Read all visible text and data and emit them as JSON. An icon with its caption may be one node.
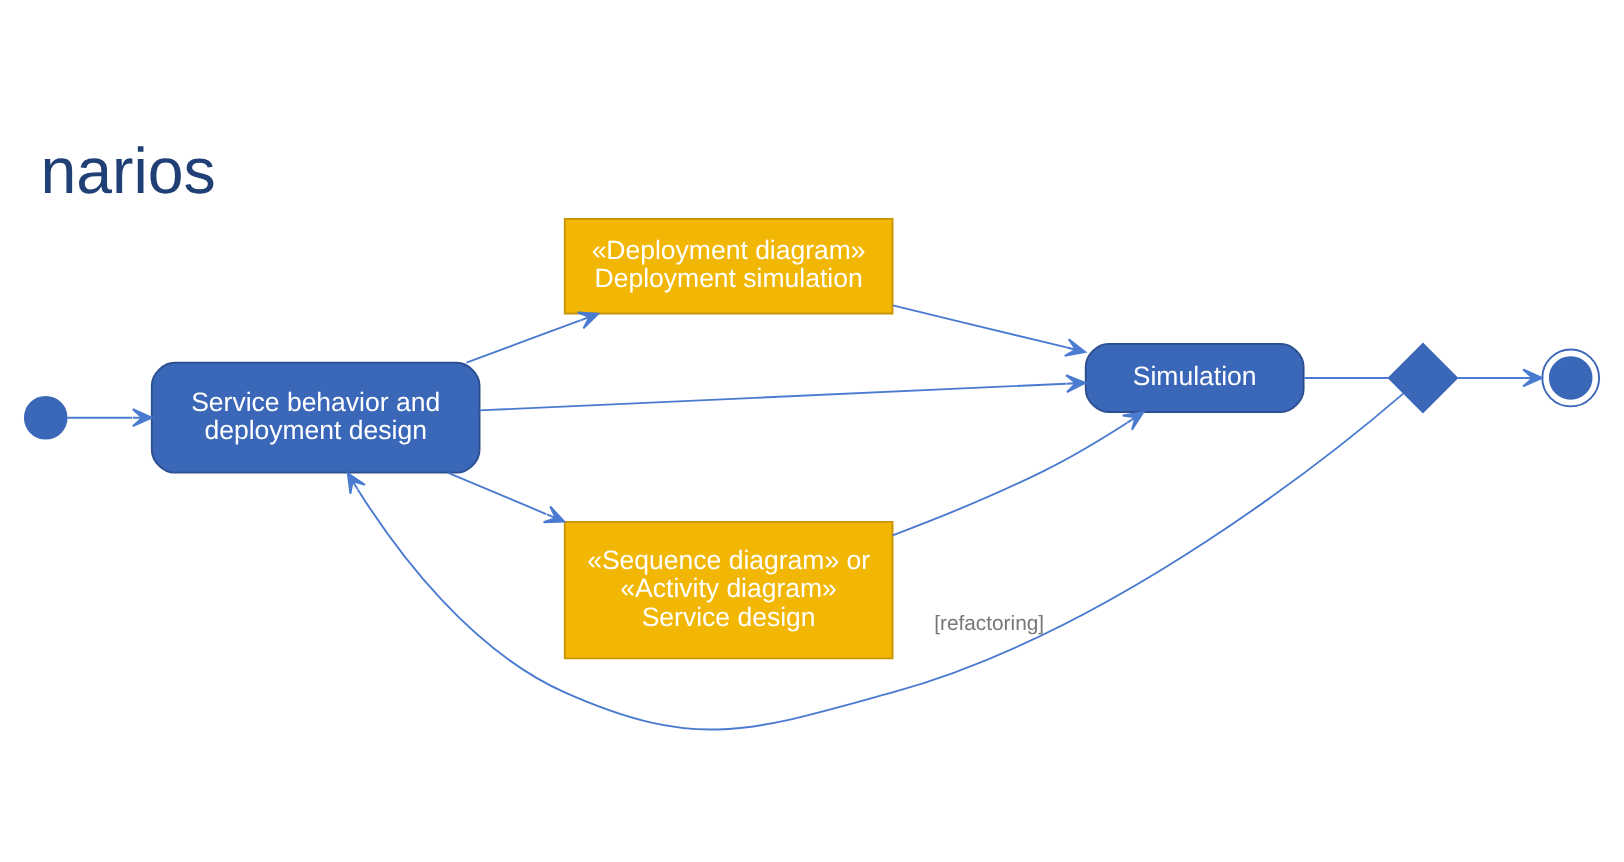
{
  "diagram": {
    "title": "narios",
    "nodes": [
      {
        "text": [],
        "shape": "circle"
      },
      {
        "text": [
          "Service behavior and deployment design"
        ]
      },
      {
        "text": [
          "«Deployment diagram» Deployment simulation"
        ]
      },
      {
        "text": [
          "Simulation"
        ]
      },
      {
        "text": [
          "«Sequence diagram» or «Activity diagram» Service design"
        ]
      },
      {
        "text": [],
        "shape": "diamond"
      },
      {
        "text": [],
        "shape": "circle"
      }
    ],
    "edges": [
      {
        "from": 0,
        "to": 1,
        "arrow": "to"
      },
      {
        "from": 1,
        "to": 2,
        "arrow": "to"
      },
      {
        "from": 1,
        "to": 3,
        "arrow": "to"
      },
      {
        "from": 1,
        "to": 4,
        "arrow": "to"
      },
      {
        "from": 2,
        "to": 3,
        "arrow": "to"
      },
      {
        "from": 4,
        "to": 3,
        "arrow": "to"
      },
      {
        "from": 3,
        "to": 5,
        "arrow": "none"
      },
      {
        "from": 5,
        "to": 6,
        "arrow": "to"
      },
      {
        "from": 5,
        "to": 1,
        "arrow": "to",
        "label": "[refactoring]"
      }
    ]
  }
}
